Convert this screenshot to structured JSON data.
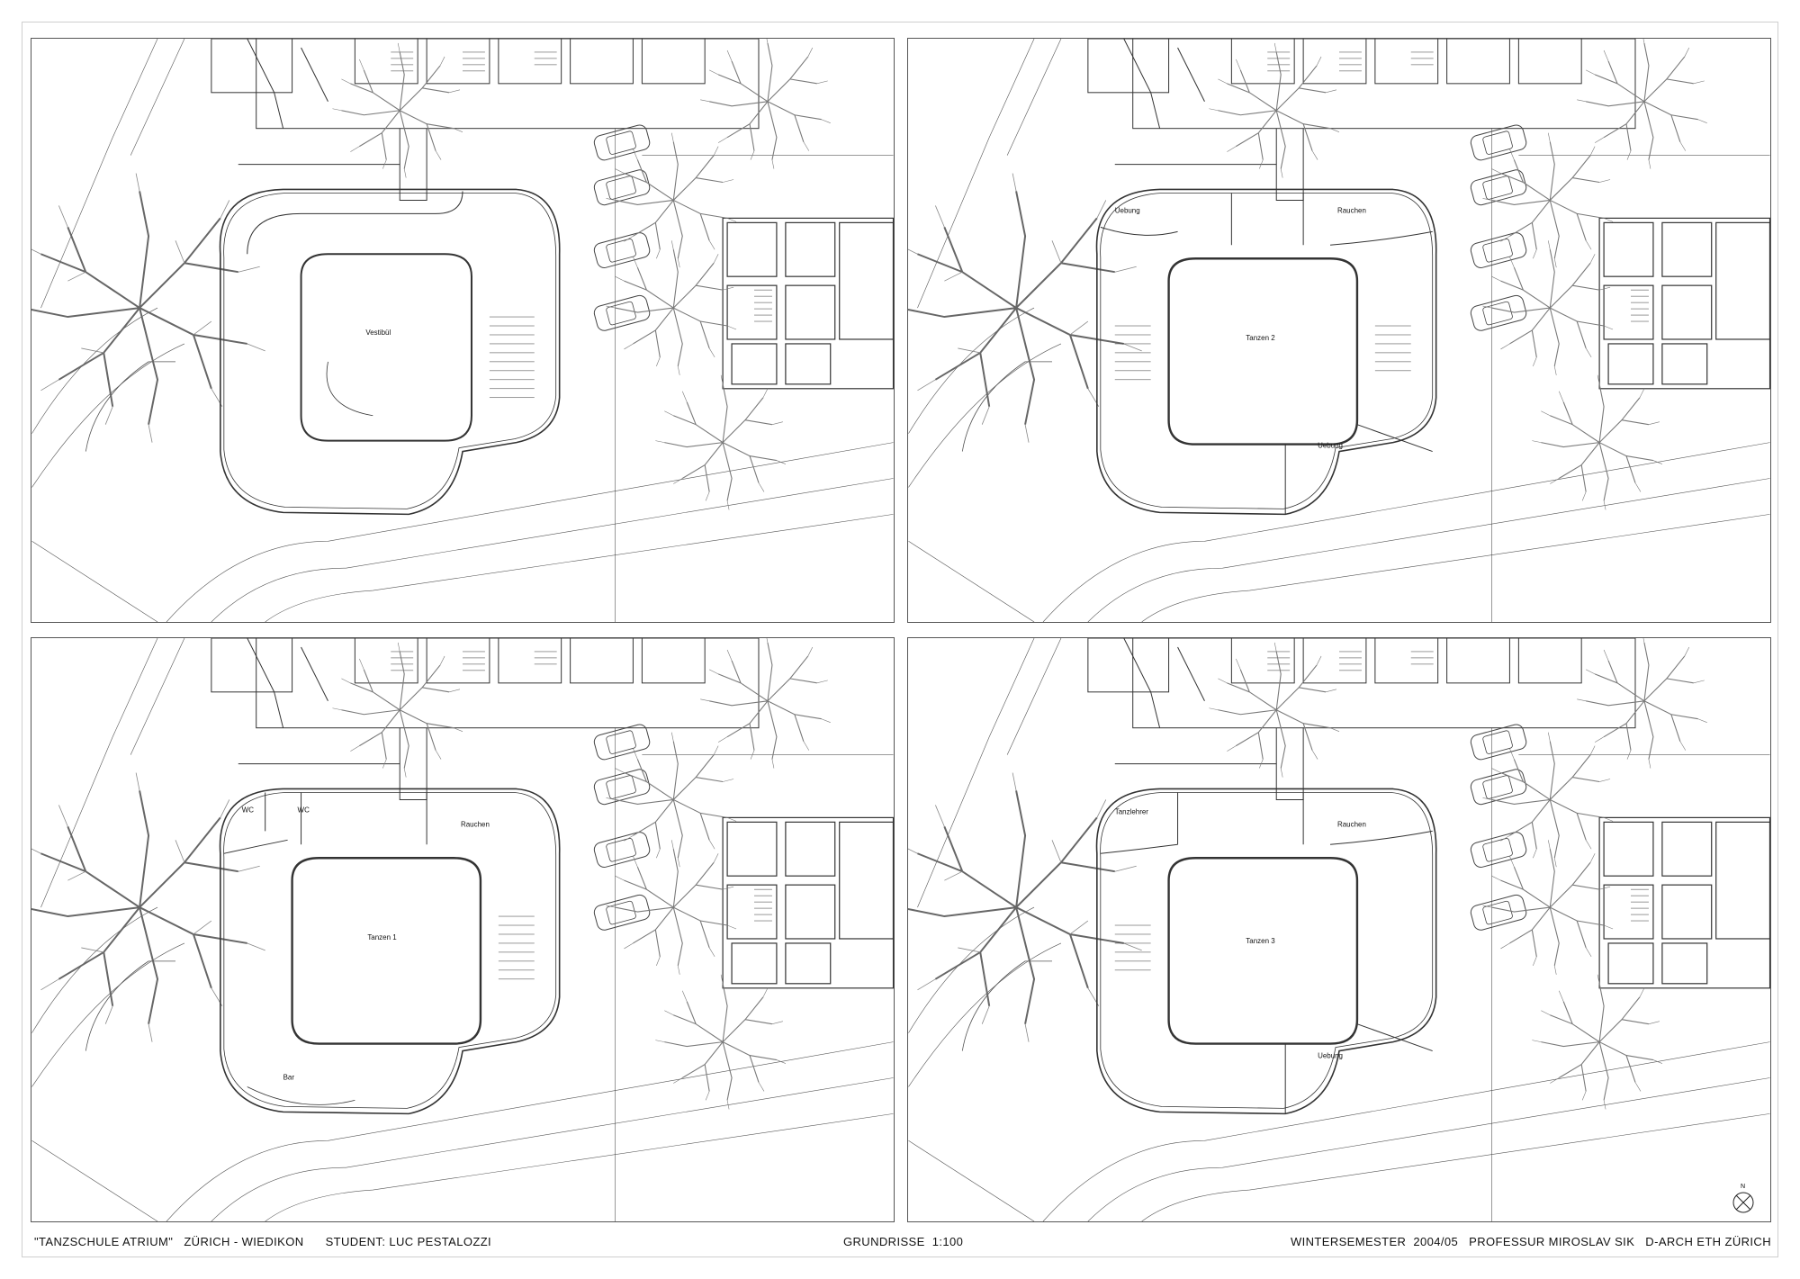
{
  "footer": {
    "project": "\"TANZSCHULE ATRIUM\"   ZÜRICH - WIEDIKON      STUDENT: LUC PESTALOZZI",
    "drawing": "GRUNDRISSE  1:100",
    "course": "WINTERSEMESTER  2004/05   PROFESSUR MIROSLAV SIK   D-ARCH ETH ZÜRICH"
  },
  "compass": {
    "label": "N"
  },
  "plans": [
    {
      "rooms": [
        {
          "label": "Vestibül"
        }
      ]
    },
    {
      "rooms": [
        {
          "label": "Uebung"
        },
        {
          "label": "Rauchen"
        },
        {
          "label": "Tanzen 2"
        },
        {
          "label": "Uebung"
        }
      ]
    },
    {
      "rooms": [
        {
          "label": "WC"
        },
        {
          "label": "WC"
        },
        {
          "label": "Rauchen"
        },
        {
          "label": "Tanzen 1"
        },
        {
          "label": "Bar"
        }
      ]
    },
    {
      "rooms": [
        {
          "label": "Tanzlehrer"
        },
        {
          "label": "Rauchen"
        },
        {
          "label": "Tanzen 3"
        },
        {
          "label": "Uebung"
        }
      ]
    }
  ]
}
